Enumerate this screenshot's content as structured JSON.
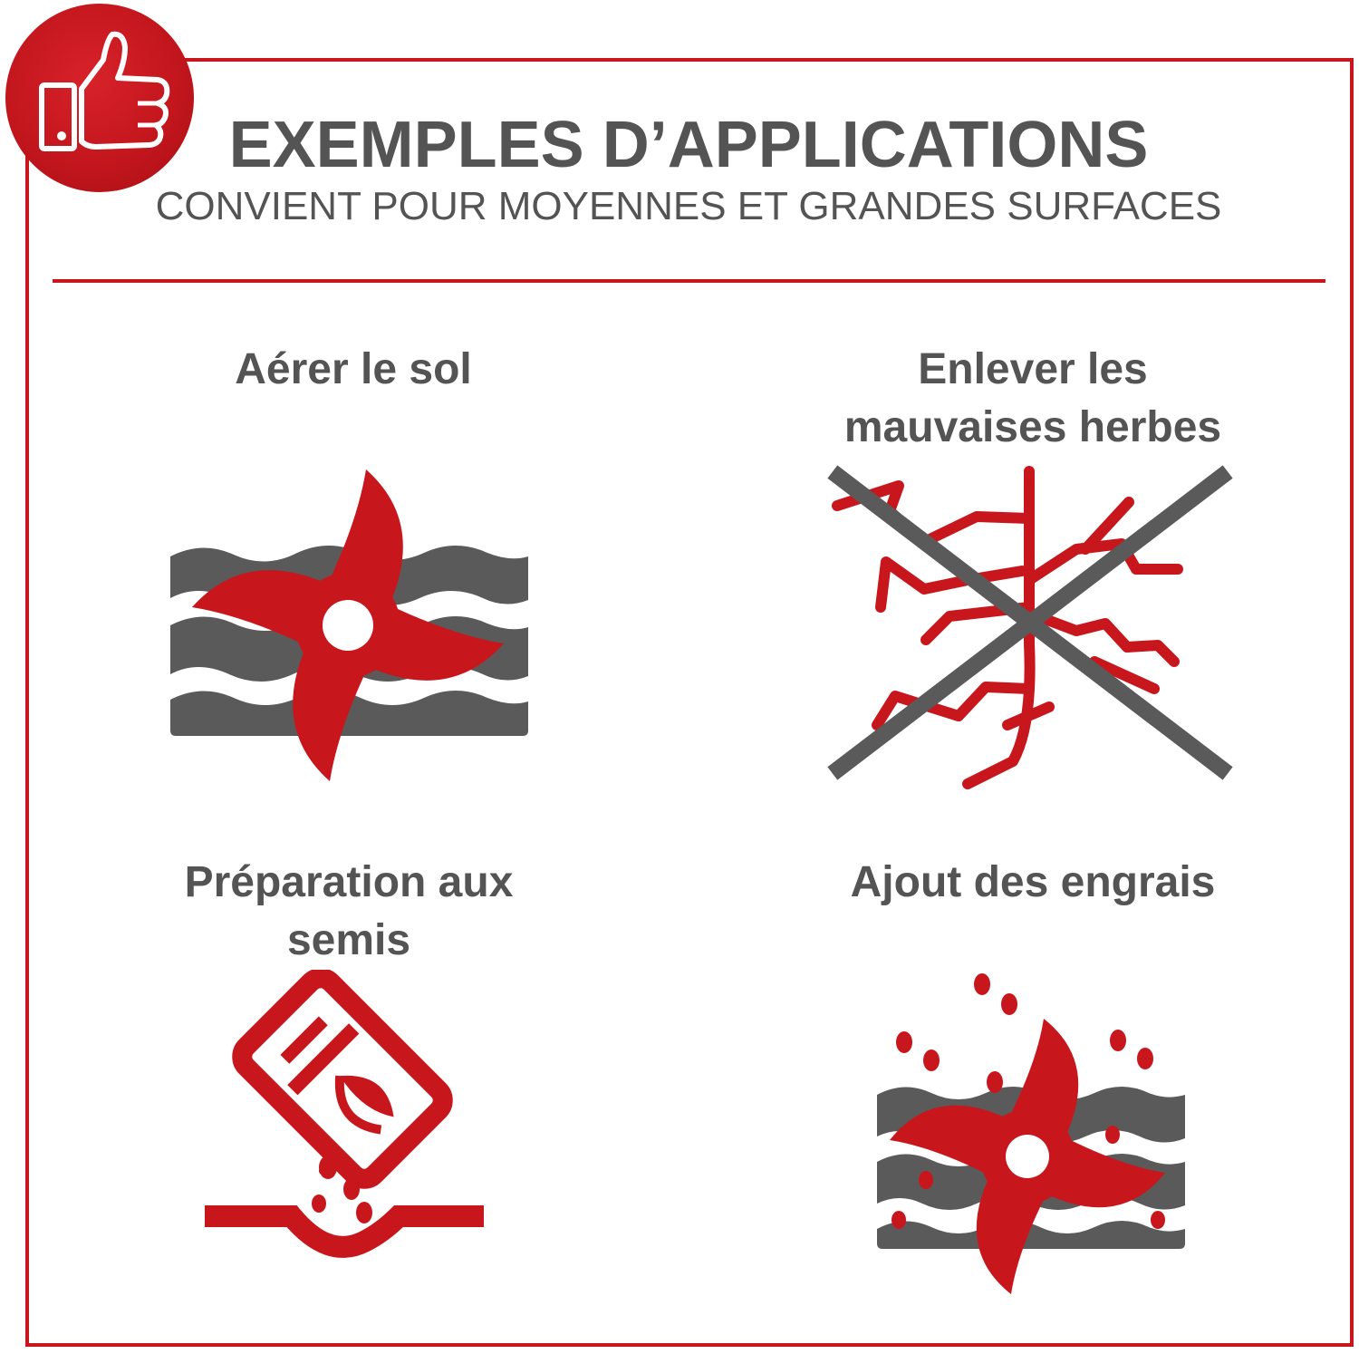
{
  "header": {
    "title": "EXEMPLES D’APPLICATIONS",
    "subtitle": "CONVIENT POUR MOYENNES ET GRANDES SURFACES",
    "badge_icon": "thumbs-up-icon"
  },
  "colors": {
    "accent": "#c8161d",
    "text": "#545454",
    "soil": "#5a5a5a"
  },
  "applications": [
    {
      "label": "Aérer le sol",
      "icon": "tiller-blade-icon"
    },
    {
      "label": "Enlever les\nmauvaises herbes",
      "icon": "no-weeds-icon"
    },
    {
      "label": "Préparation aux\nsemis",
      "icon": "seed-bag-icon"
    },
    {
      "label": "Ajout des engrais",
      "icon": "fertilizer-blade-icon"
    }
  ]
}
